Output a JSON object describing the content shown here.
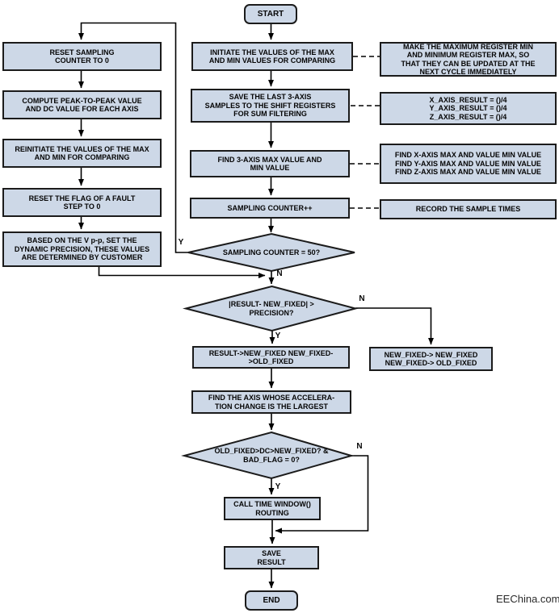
{
  "title": "Step detection algorithm flowchart",
  "colors": {
    "node_fill": "#cdd8e7",
    "node_border": "#1b1b1b",
    "connector": "#000000",
    "text": "#050505",
    "background": "#ffffff"
  },
  "nodes": {
    "start": {
      "label": "START"
    },
    "l1": {
      "lines": [
        "RESET SAMPLING",
        "COUNTER TO 0"
      ]
    },
    "l2": {
      "lines": [
        "COMPUTE PEAK-TO-PEAK VALUE",
        "AND DC VALUE FOR EACH AXIS"
      ]
    },
    "l3": {
      "lines": [
        "REINITIATE THE VALUES OF THE MAX",
        "AND MIN FOR COMPARING"
      ]
    },
    "l4": {
      "lines": [
        "RESET THE FLAG OF A FAULT",
        "STEP TO 0"
      ]
    },
    "l5": {
      "lines": [
        "BASED ON THE V p-p, SET THE",
        "DYNAMIC PRECISION, THESE VALUES",
        "ARE DETERMINED BY CUSTOMER"
      ]
    },
    "m1": {
      "lines": [
        "INITIATE THE VALUES OF THE MAX",
        "AND MIN VALUES FOR COMPARING"
      ]
    },
    "m2": {
      "lines": [
        "SAVE THE LAST 3-AXIS",
        "SAMPLES TO THE SHIFT REGISTERS",
        "FOR SUM FILTERING"
      ]
    },
    "m3": {
      "lines": [
        "FIND 3-AXIS MAX VALUE AND",
        "MIN VALUE"
      ]
    },
    "m4": {
      "lines": [
        "SAMPLING COUNTER++"
      ]
    },
    "d1": {
      "lines": [
        "SAMPLING",
        "COUNTER = 50?"
      ]
    },
    "d2": {
      "lines": [
        "|RESULT-",
        "NEW_FIXED|",
        "> PRECISION?"
      ]
    },
    "m5": {
      "lines": [
        "RESULT->NEW_FIXED NEW_FIXED-",
        ">OLD_FIXED"
      ]
    },
    "m6": {
      "lines": [
        "FIND THE AXIS WHOSE ACCELERA-",
        "TION CHANGE IS THE LARGEST"
      ]
    },
    "d3": {
      "lines": [
        "OLD_FIXED>DC>NEW_FIXED?",
        "& BAD_FLAG = 0?"
      ]
    },
    "m7": {
      "lines": [
        "CALL TIME WINDOW()",
        "ROUTING"
      ]
    },
    "m8": {
      "lines": [
        "SAVE",
        "RESULT"
      ]
    },
    "end": {
      "label": "END"
    },
    "r1": {
      "lines": [
        "MAKE THE MAXIMUM REGISTER MIN",
        "AND MINIMUM REGISTER MAX, SO",
        "THAT THEY CAN BE UPDATED AT THE",
        "NEXT CYCLE IMMEDIATELY"
      ]
    },
    "r2": {
      "lines": [
        "X_AXIS_RESULT = ()/4",
        "Y_AXIS_RESULT = ()/4",
        "Z_AXIS_RESULT = ()/4"
      ]
    },
    "r3": {
      "lines": [
        "FIND X-AXIS MAX AND VALUE MIN VALUE",
        "FIND Y-AXIS MAX AND VALUE MIN VALUE",
        "FIND Z-AXIS MAX AND VALUE MIN VALUE"
      ]
    },
    "r4": {
      "lines": [
        "RECORD THE SAMPLE TIMES"
      ]
    },
    "r5": {
      "lines": [
        "NEW_FIXED-> NEW_FIXED",
        "NEW_FIXED-> OLD_FIXED"
      ]
    }
  },
  "branch_labels": {
    "d1_yes": "Y",
    "d1_no": "N",
    "d2_yes": "Y",
    "d2_no": "N",
    "d3_yes": "Y",
    "d3_no": "N"
  },
  "watermark": "EEChina.com"
}
